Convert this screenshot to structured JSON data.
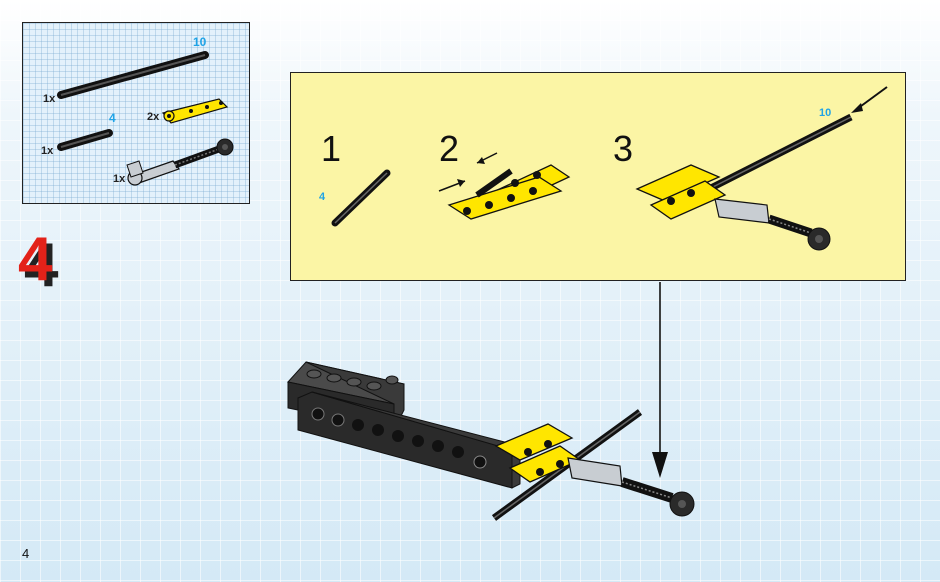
{
  "parts": {
    "items": [
      {
        "qty": "1x",
        "length": "10"
      },
      {
        "qty": "2x",
        "length": ""
      },
      {
        "qty": "1x",
        "length": "4"
      },
      {
        "qty": "1x",
        "length": ""
      }
    ]
  },
  "step_number": "4",
  "substeps": [
    {
      "number": "1",
      "length": "4"
    },
    {
      "number": "2",
      "length": ""
    },
    {
      "number": "3",
      "length": "10"
    }
  ],
  "page_number": "4",
  "colors": {
    "yellow_panel": "#fbf5a5",
    "part_yellow": "#ffe600",
    "step_red": "#e32219",
    "length_blue": "#1fa3e6",
    "brick_black": "#2a2a2a"
  }
}
